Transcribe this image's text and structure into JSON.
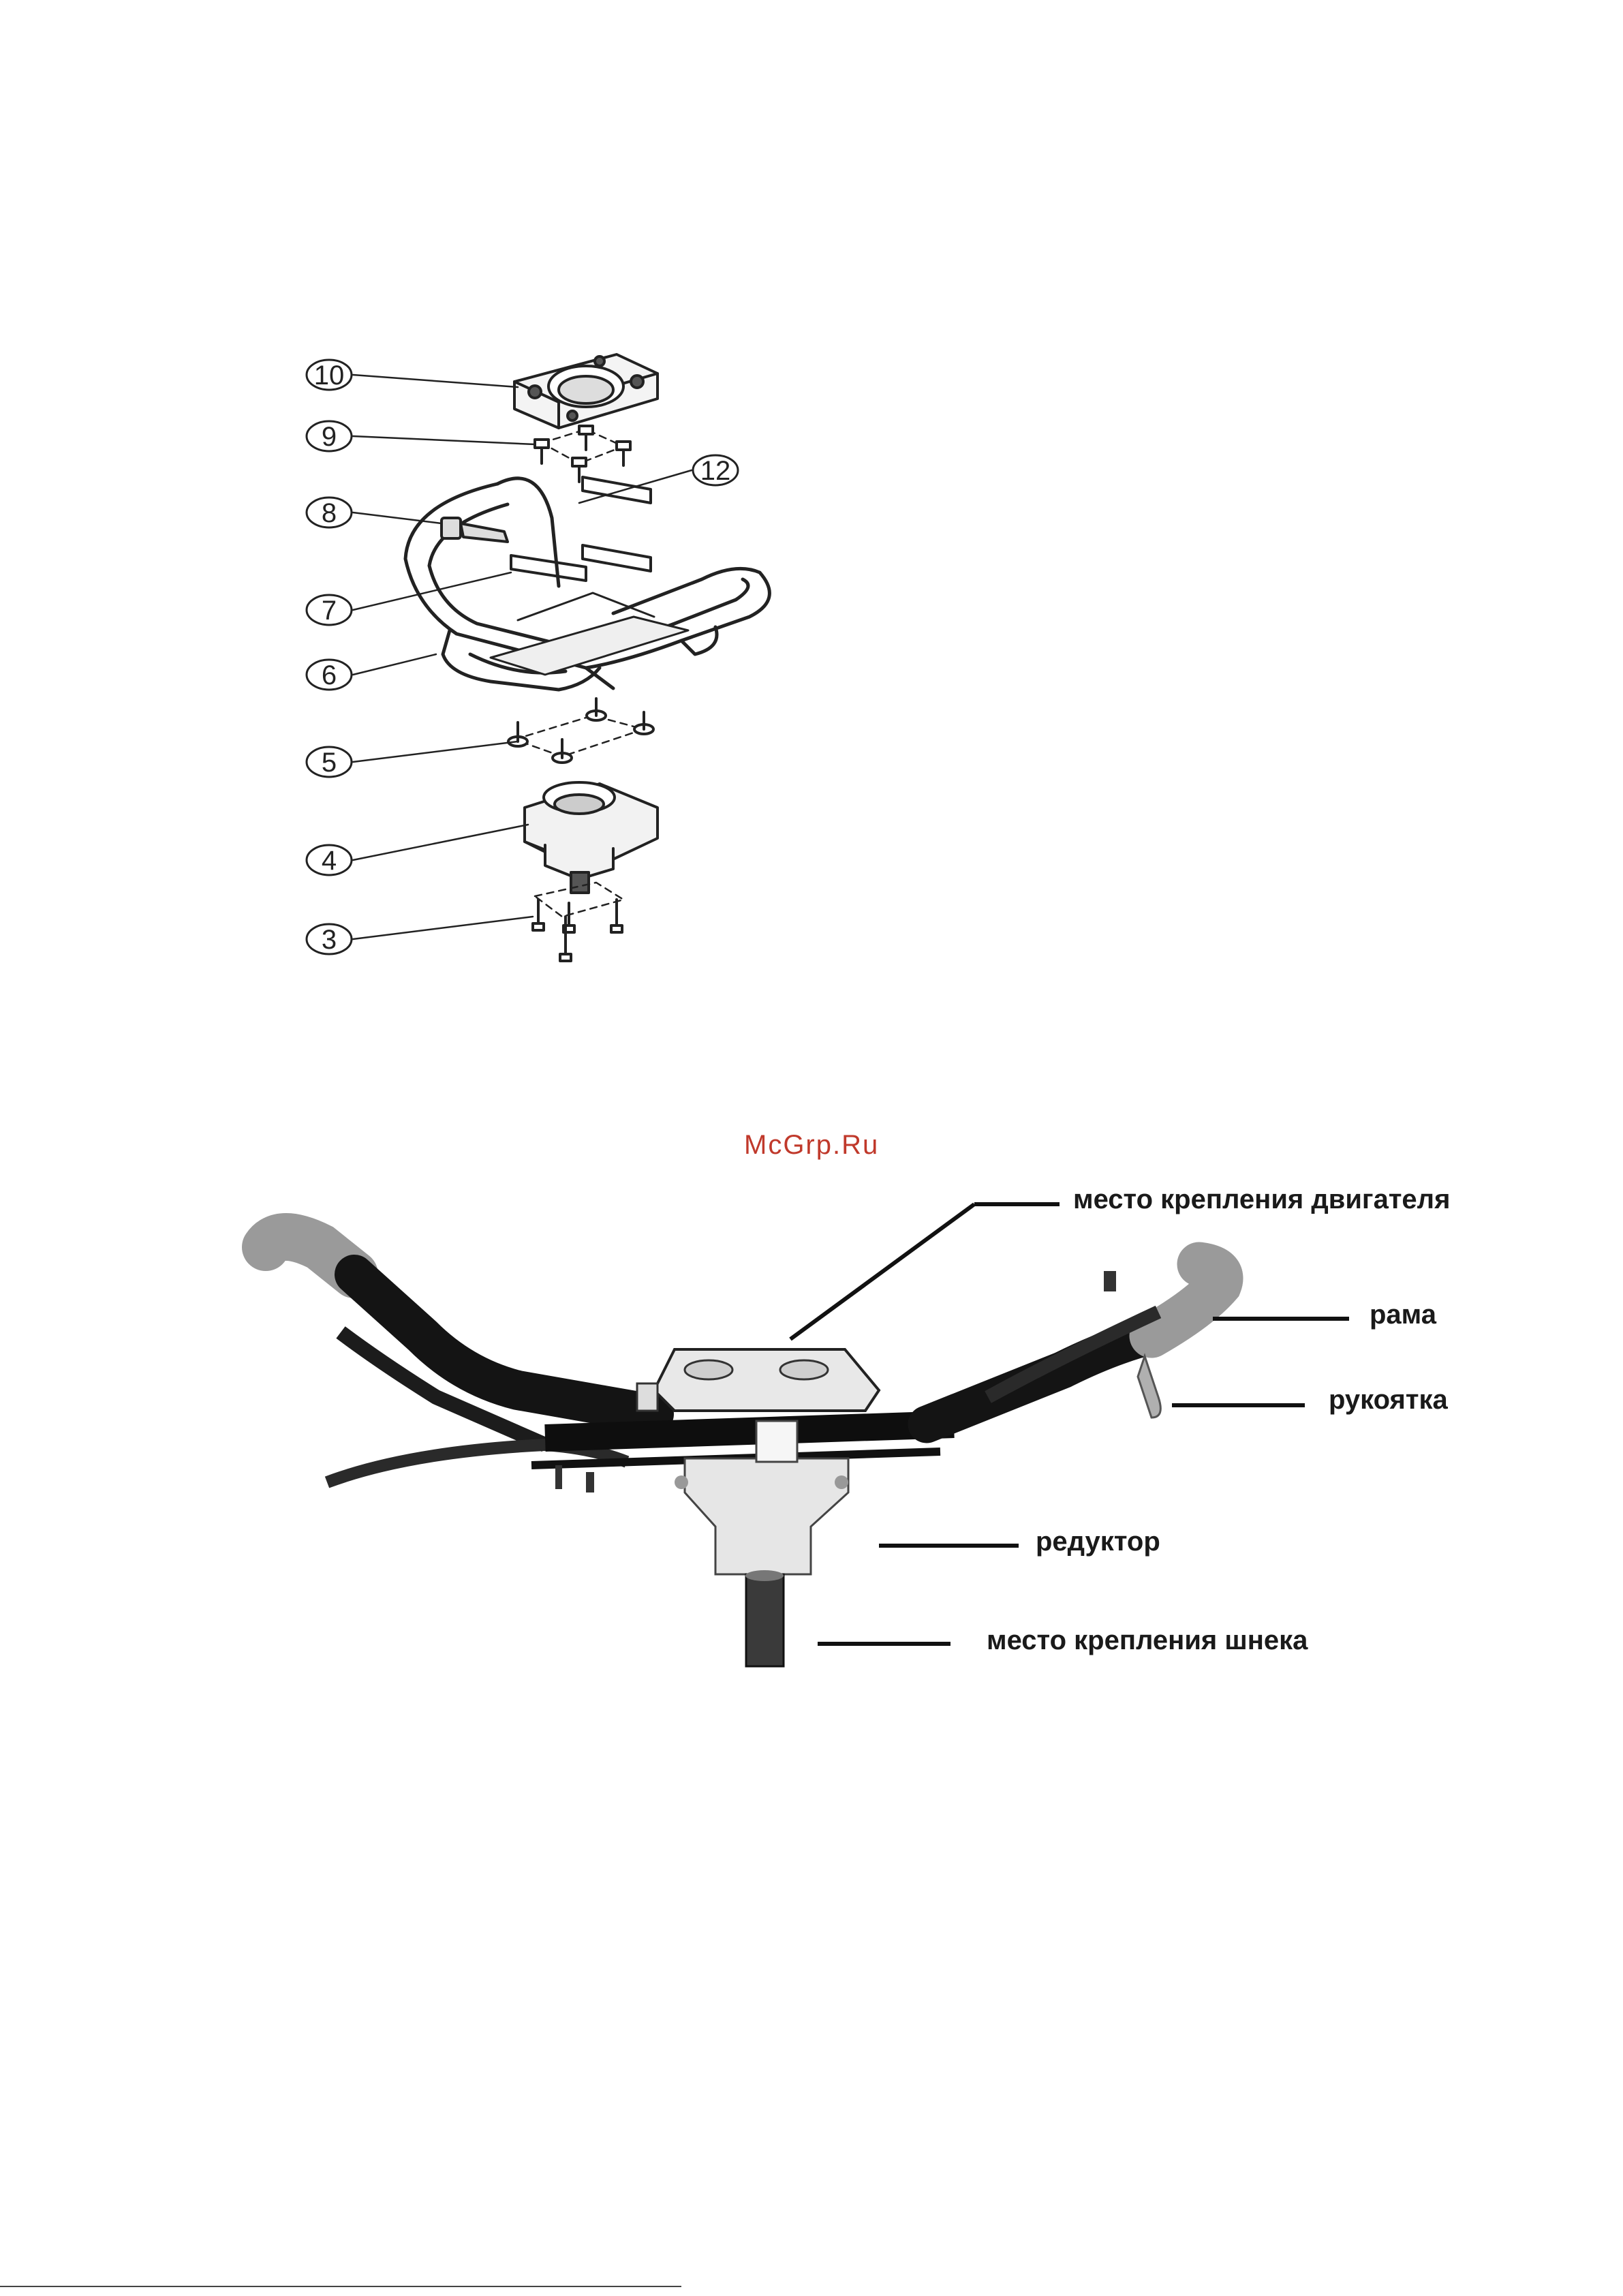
{
  "diagram": {
    "callouts": [
      {
        "id": "10",
        "label": "10"
      },
      {
        "id": "9",
        "label": "9"
      },
      {
        "id": "12",
        "label": "12"
      },
      {
        "id": "8",
        "label": "8"
      },
      {
        "id": "7",
        "label": "7"
      },
      {
        "id": "6",
        "label": "6"
      },
      {
        "id": "5",
        "label": "5"
      },
      {
        "id": "4",
        "label": "4"
      },
      {
        "id": "3",
        "label": "3"
      }
    ]
  },
  "watermark": "McGrp.Ru",
  "photo": {
    "labels": {
      "engine_mount": "место крепления двигателя",
      "frame": "рама",
      "handle": "рукоятка",
      "gearbox": "редуктор",
      "auger_mount": "место крепления шнека"
    }
  },
  "footer": {
    "fragment": ""
  }
}
